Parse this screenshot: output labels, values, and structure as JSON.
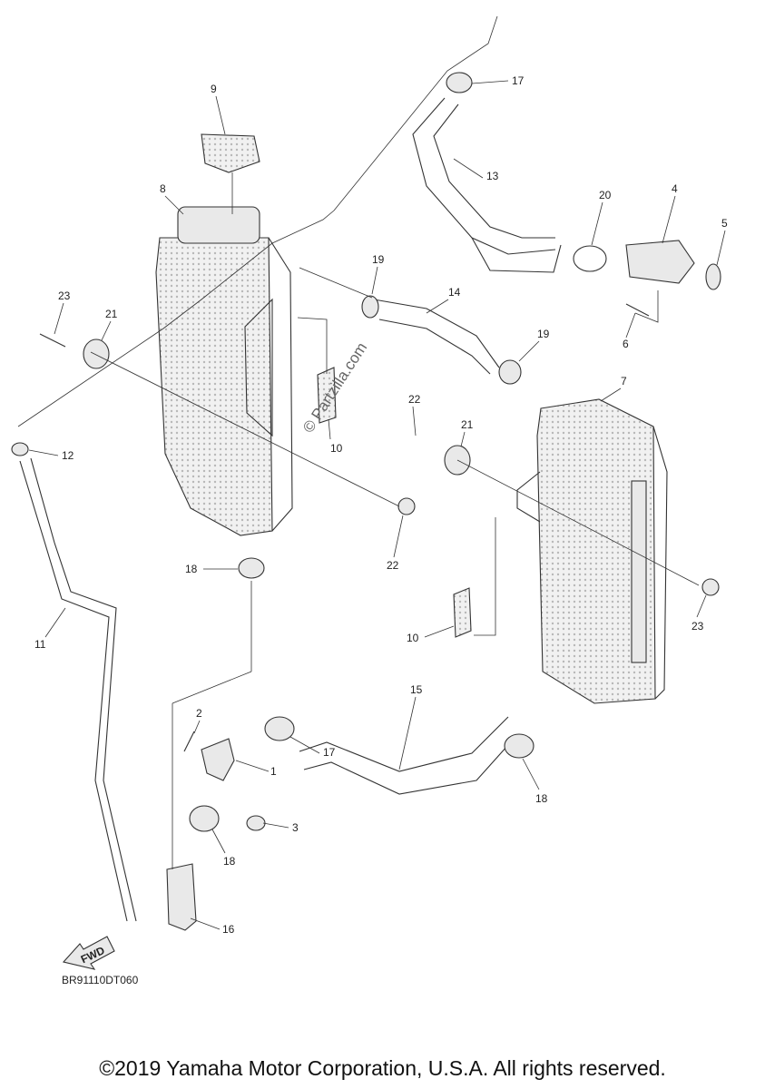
{
  "diagram": {
    "drawing_code": "BR91110DT060",
    "copyright": "©2019 Yamaha Motor Corporation, U.S.A. All rights reserved.",
    "watermark": "© Partzilla.com",
    "fwd_label": "FWD",
    "callouts": {
      "c1": "1",
      "c2": "2",
      "c3": "3",
      "c4": "4",
      "c5": "5",
      "c6": "6",
      "c7": "7",
      "c8": "8",
      "c9": "9",
      "c10a": "10",
      "c10b": "10",
      "c11": "11",
      "c12": "12",
      "c13": "13",
      "c14": "14",
      "c15": "15",
      "c16": "16",
      "c17a": "17",
      "c17b": "17",
      "c18a": "18",
      "c18b": "18",
      "c18c": "18",
      "c19a": "19",
      "c19b": "19",
      "c20": "20",
      "c21a": "21",
      "c21b": "21",
      "c22a": "22",
      "c22b": "22",
      "c23a": "23",
      "c23b": "23"
    }
  }
}
